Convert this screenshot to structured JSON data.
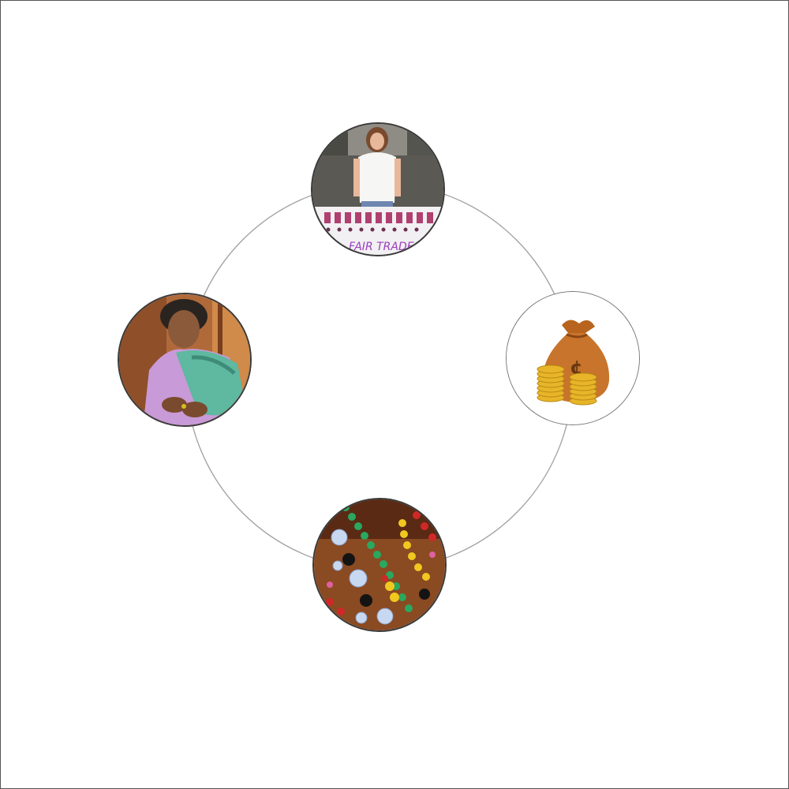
{
  "diagram": {
    "type": "cycle",
    "nodes": [
      {
        "id": "seller",
        "picture": "woman-at-fair-trade-stall",
        "sign_text": "FAIR TRADE"
      },
      {
        "id": "money",
        "picture": "money-bag-with-coins",
        "icon": "money-bag-icon"
      },
      {
        "id": "beads",
        "picture": "beaded-jewelry-closeup"
      },
      {
        "id": "artisan",
        "picture": "artisan-woman-making-jewelry"
      }
    ],
    "colors": {
      "ring": "#a0a0a0",
      "node_border": "#3a3a3a",
      "sign_text": "#9b3fc0",
      "money_bag": "#c8742c",
      "coins": "#e8b52a"
    }
  }
}
